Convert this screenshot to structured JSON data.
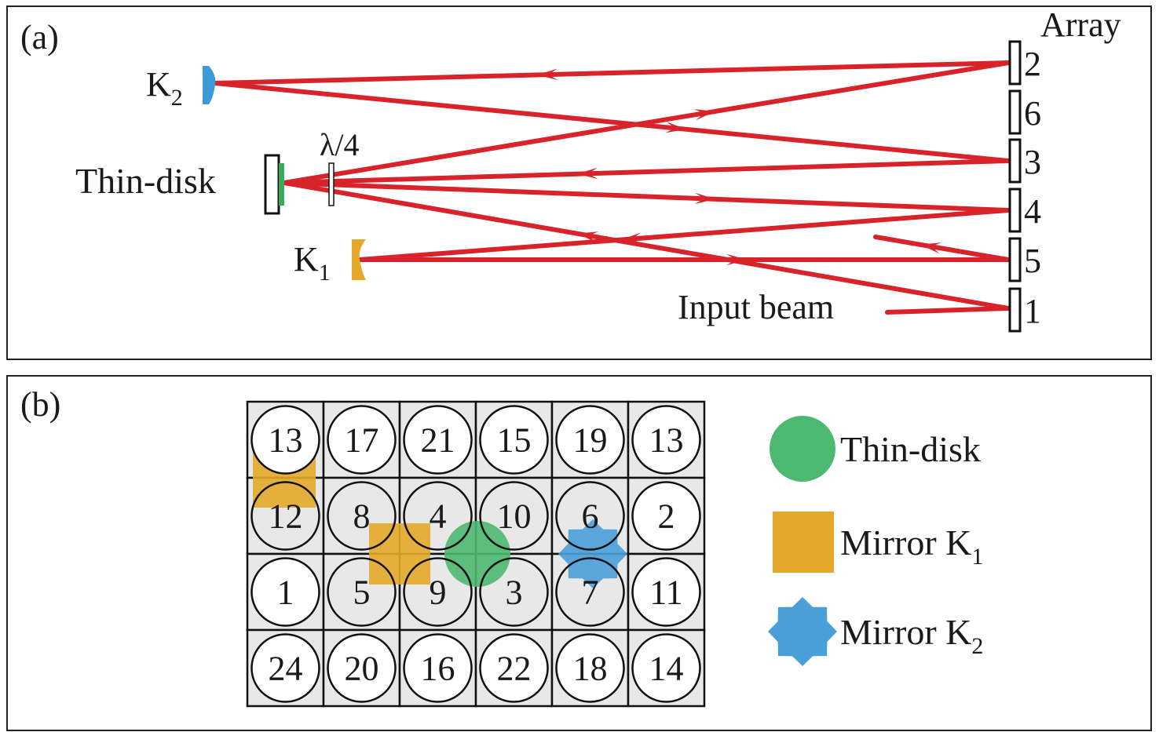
{
  "panel_a": {
    "label": "(a)",
    "array_title": "Array",
    "thin_disk_label": "Thin-disk",
    "waveplate_label": "λ/4",
    "k2_label": "K",
    "k2_sub": "2",
    "k1_label": "K",
    "k1_sub": "1",
    "input_beam_label": "Input beam",
    "array_elements": [
      "2",
      "6",
      "3",
      "4",
      "5",
      "1"
    ],
    "colors": {
      "beam": "#d8232a",
      "thin_disk": "#3aaa5c",
      "k1": "#e5a82a",
      "k2": "#3d9ad6"
    }
  },
  "panel_b": {
    "label": "(b)",
    "grid": [
      [
        "13",
        "17",
        "21",
        "15",
        "19",
        "13"
      ],
      [
        "12",
        "8",
        "4",
        "10",
        "6",
        "2"
      ],
      [
        "1",
        "5",
        "9",
        "3",
        "7",
        "11"
      ],
      [
        "24",
        "20",
        "16",
        "22",
        "18",
        "14"
      ]
    ],
    "legend": [
      {
        "shape": "circle",
        "label": "Thin-disk",
        "sub": "",
        "color": "#4db870"
      },
      {
        "shape": "square",
        "label": "Mirror K",
        "sub": "1",
        "color": "#e4a82b"
      },
      {
        "shape": "star8",
        "label": "Mirror K",
        "sub": "2",
        "color": "#4a9fd8"
      }
    ],
    "cell_fill": "#e8e8e8"
  }
}
